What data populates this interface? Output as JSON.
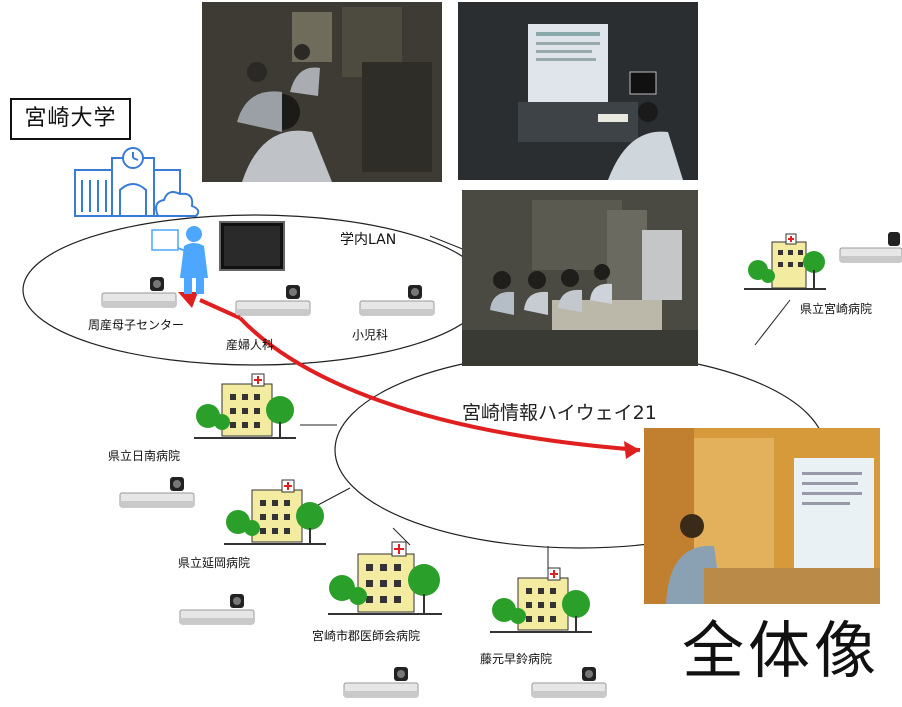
{
  "university": {
    "name": "宮崎大学"
  },
  "networks": {
    "lan": "学内LAN",
    "highway": "宮崎情報ハイウェイ21"
  },
  "campus_sites": {
    "perinatal": "周産母子センター",
    "obgyn": "産婦人科",
    "pediatrics": "小児科"
  },
  "hospitals": {
    "miyazaki_pref": "県立宮崎病院",
    "nichinan": "県立日南病院",
    "nobeoka": "県立延岡病院",
    "gunishikai": "宮崎市郡医師会病院",
    "fujimoto": "藤元早鈴病院"
  },
  "caption": "全体像",
  "colors": {
    "arrow": "#e02020",
    "building": "#f2eba0",
    "tree": "#2aa02a",
    "cross": "#e02020",
    "ink": "#111111"
  }
}
